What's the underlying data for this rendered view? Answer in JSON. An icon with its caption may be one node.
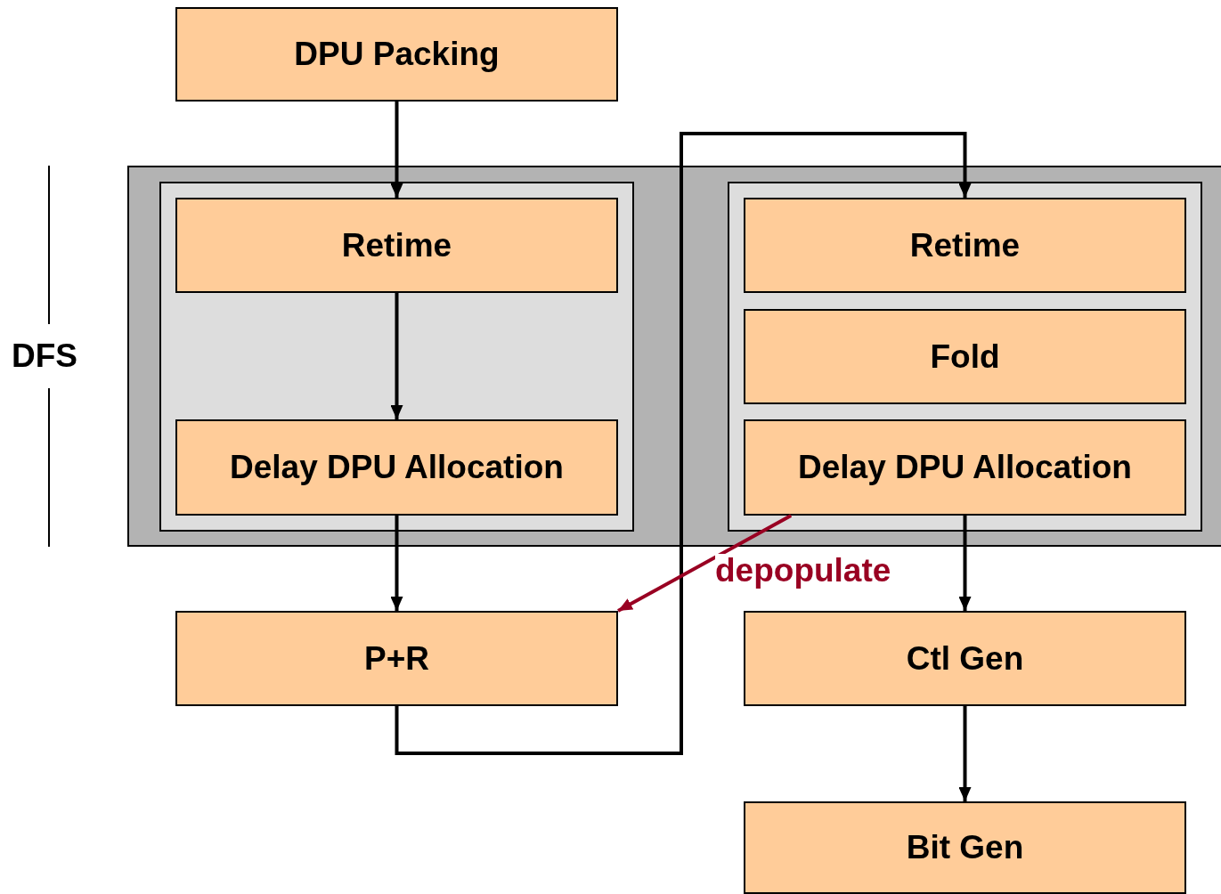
{
  "diagram": {
    "nodes": [
      {
        "text": [
          "DPU Packing"
        ]
      },
      {
        "text": [],
        "shape": "box"
      },
      {
        "text": [],
        "shape": "box",
        "in": 1
      },
      {
        "text": [
          "Retime"
        ],
        "in": 2
      },
      {
        "text": [
          "Delay DPU Allocation"
        ],
        "in": 2
      },
      {
        "text": [],
        "shape": "box",
        "in": 1
      },
      {
        "text": [
          "Retime"
        ],
        "in": 5
      },
      {
        "text": [
          "Fold"
        ],
        "in": 5
      },
      {
        "text": [
          "Delay DPU Allocation"
        ],
        "in": 5
      },
      {
        "text": [
          "P+R"
        ]
      },
      {
        "text": [
          "Ctl Gen"
        ]
      },
      {
        "text": [
          "Bit Gen"
        ]
      }
    ],
    "edges": [
      {
        "from": 0,
        "to": 3,
        "arrow": "to"
      },
      {
        "from": 3,
        "to": 4,
        "arrow": "to"
      },
      {
        "from": 4,
        "to": 9,
        "arrow": "to"
      },
      {
        "from": 9,
        "to": 6,
        "arrow": "to"
      },
      {
        "from": 8,
        "to": 10,
        "arrow": "to"
      },
      {
        "from": 10,
        "to": 11,
        "arrow": "to"
      },
      {
        "from": 8,
        "to": 9,
        "arrow": "to",
        "label": "depopulate",
        "color": "#990022"
      }
    ],
    "labels": [
      "DFS"
    ]
  }
}
